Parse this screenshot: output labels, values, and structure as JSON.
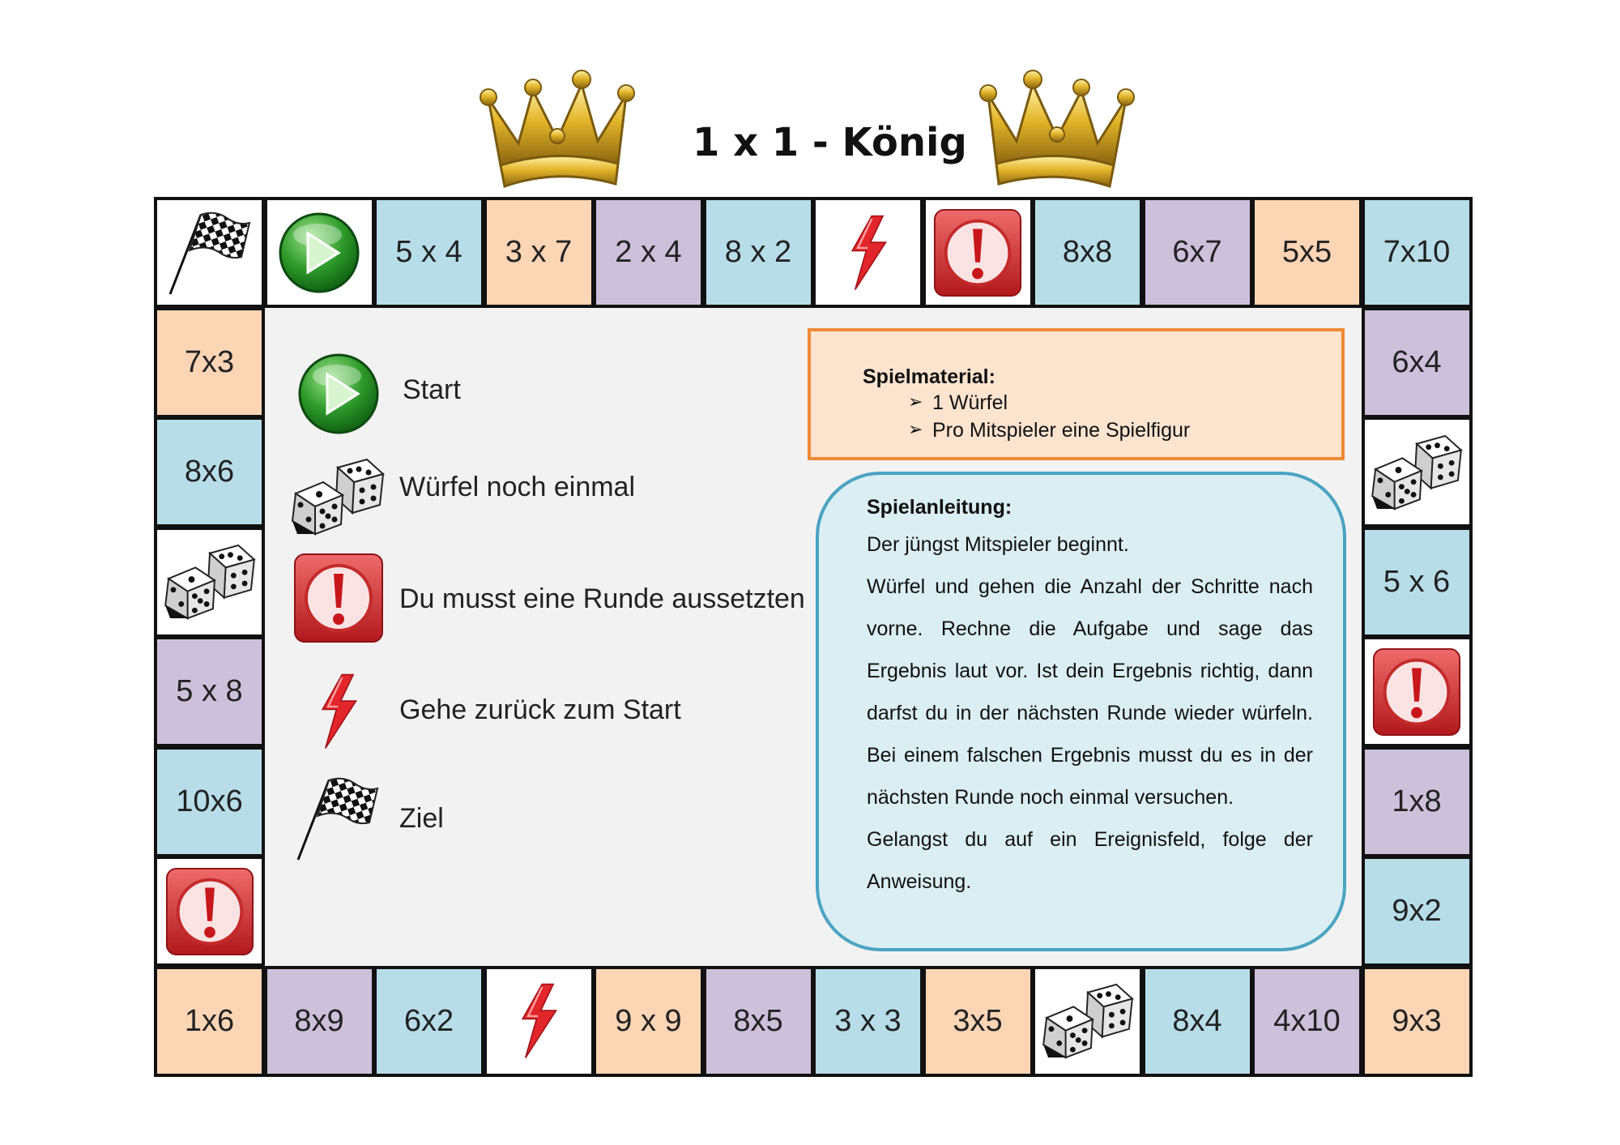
{
  "title": "1 x 1 - König",
  "colors": {
    "blue": "#b7dde8",
    "peach": "#fcd5b5",
    "purple": "#ccc0da",
    "white": "#ffffff",
    "board_inner": "#f2f2f2",
    "material_bg": "#fde4cf",
    "material_border": "#ef8a35",
    "rules_bg": "#daeef3",
    "rules_border": "#4aa3c2"
  },
  "board": {
    "top_row": [
      {
        "type": "finish",
        "icon": "checkered-flag-icon"
      },
      {
        "type": "start",
        "icon": "play-button-icon"
      },
      {
        "type": "task",
        "text": "5 x 4",
        "color": "blue"
      },
      {
        "type": "task",
        "text": "3 x 7",
        "color": "peach"
      },
      {
        "type": "task",
        "text": "2 x 4",
        "color": "purple"
      },
      {
        "type": "task",
        "text": "8 x 2",
        "color": "blue"
      },
      {
        "type": "back",
        "icon": "lightning-icon"
      },
      {
        "type": "skip",
        "icon": "exclamation-icon"
      },
      {
        "type": "task",
        "text": "8x8",
        "color": "blue"
      },
      {
        "type": "task",
        "text": "6x7",
        "color": "purple"
      },
      {
        "type": "task",
        "text": "5x5",
        "color": "peach"
      },
      {
        "type": "task",
        "text": "7x10",
        "color": "blue"
      }
    ],
    "left_column": [
      {
        "type": "task",
        "text": "7x3",
        "color": "peach"
      },
      {
        "type": "task",
        "text": "8x6",
        "color": "blue"
      },
      {
        "type": "dice",
        "icon": "dice-icon"
      },
      {
        "type": "task",
        "text": "5 x 8",
        "color": "purple"
      },
      {
        "type": "task",
        "text": "10x6",
        "color": "blue"
      },
      {
        "type": "skip",
        "icon": "exclamation-icon"
      }
    ],
    "right_column": [
      {
        "type": "task",
        "text": "6x4",
        "color": "purple"
      },
      {
        "type": "dice",
        "icon": "dice-icon"
      },
      {
        "type": "task",
        "text": "5 x 6",
        "color": "blue"
      },
      {
        "type": "skip",
        "icon": "exclamation-icon"
      },
      {
        "type": "task",
        "text": "1x8",
        "color": "purple"
      },
      {
        "type": "task",
        "text": "9x2",
        "color": "blue"
      }
    ],
    "bottom_row": [
      {
        "type": "task",
        "text": "1x6",
        "color": "peach"
      },
      {
        "type": "task",
        "text": "8x9",
        "color": "purple"
      },
      {
        "type": "task",
        "text": "6x2",
        "color": "blue"
      },
      {
        "type": "back",
        "icon": "lightning-icon"
      },
      {
        "type": "task",
        "text": "9 x 9",
        "color": "peach"
      },
      {
        "type": "task",
        "text": "8x5",
        "color": "purple"
      },
      {
        "type": "task",
        "text": "3 x 3",
        "color": "blue"
      },
      {
        "type": "task",
        "text": "3x5",
        "color": "peach"
      },
      {
        "type": "dice",
        "icon": "dice-icon"
      },
      {
        "type": "task",
        "text": "8x4",
        "color": "blue"
      },
      {
        "type": "task",
        "text": "4x10",
        "color": "purple"
      },
      {
        "type": "task",
        "text": "9x3",
        "color": "peach"
      }
    ]
  },
  "legend": [
    {
      "icon": "play-button-icon",
      "label": "Start"
    },
    {
      "icon": "dice-icon",
      "label": "Würfel noch einmal"
    },
    {
      "icon": "exclamation-icon",
      "label": "Du musst eine Runde aussetzten"
    },
    {
      "icon": "lightning-icon",
      "label": "Gehe zurück zum Start"
    },
    {
      "icon": "checkered-flag-icon",
      "label": "Ziel"
    }
  ],
  "material": {
    "heading": "Spielmaterial:",
    "items": [
      "1 Würfel",
      "Pro Mitspieler eine Spielfigur"
    ]
  },
  "rules": {
    "heading": "Spielanleitung:",
    "paragraphs": [
      "Der jüngst Mitspieler beginnt.",
      "Würfel und gehen die Anzahl der Schritte nach vorne. Rechne die Aufgabe und sage das Ergebnis laut vor. Ist dein Ergebnis richtig, dann darfst du in der nächsten Runde wieder würfeln. Bei einem falschen Ergebnis musst du es in der nächsten Runde noch einmal versuchen.",
      "Gelangst du auf ein Ereignisfeld, folge der Anweisung."
    ]
  }
}
